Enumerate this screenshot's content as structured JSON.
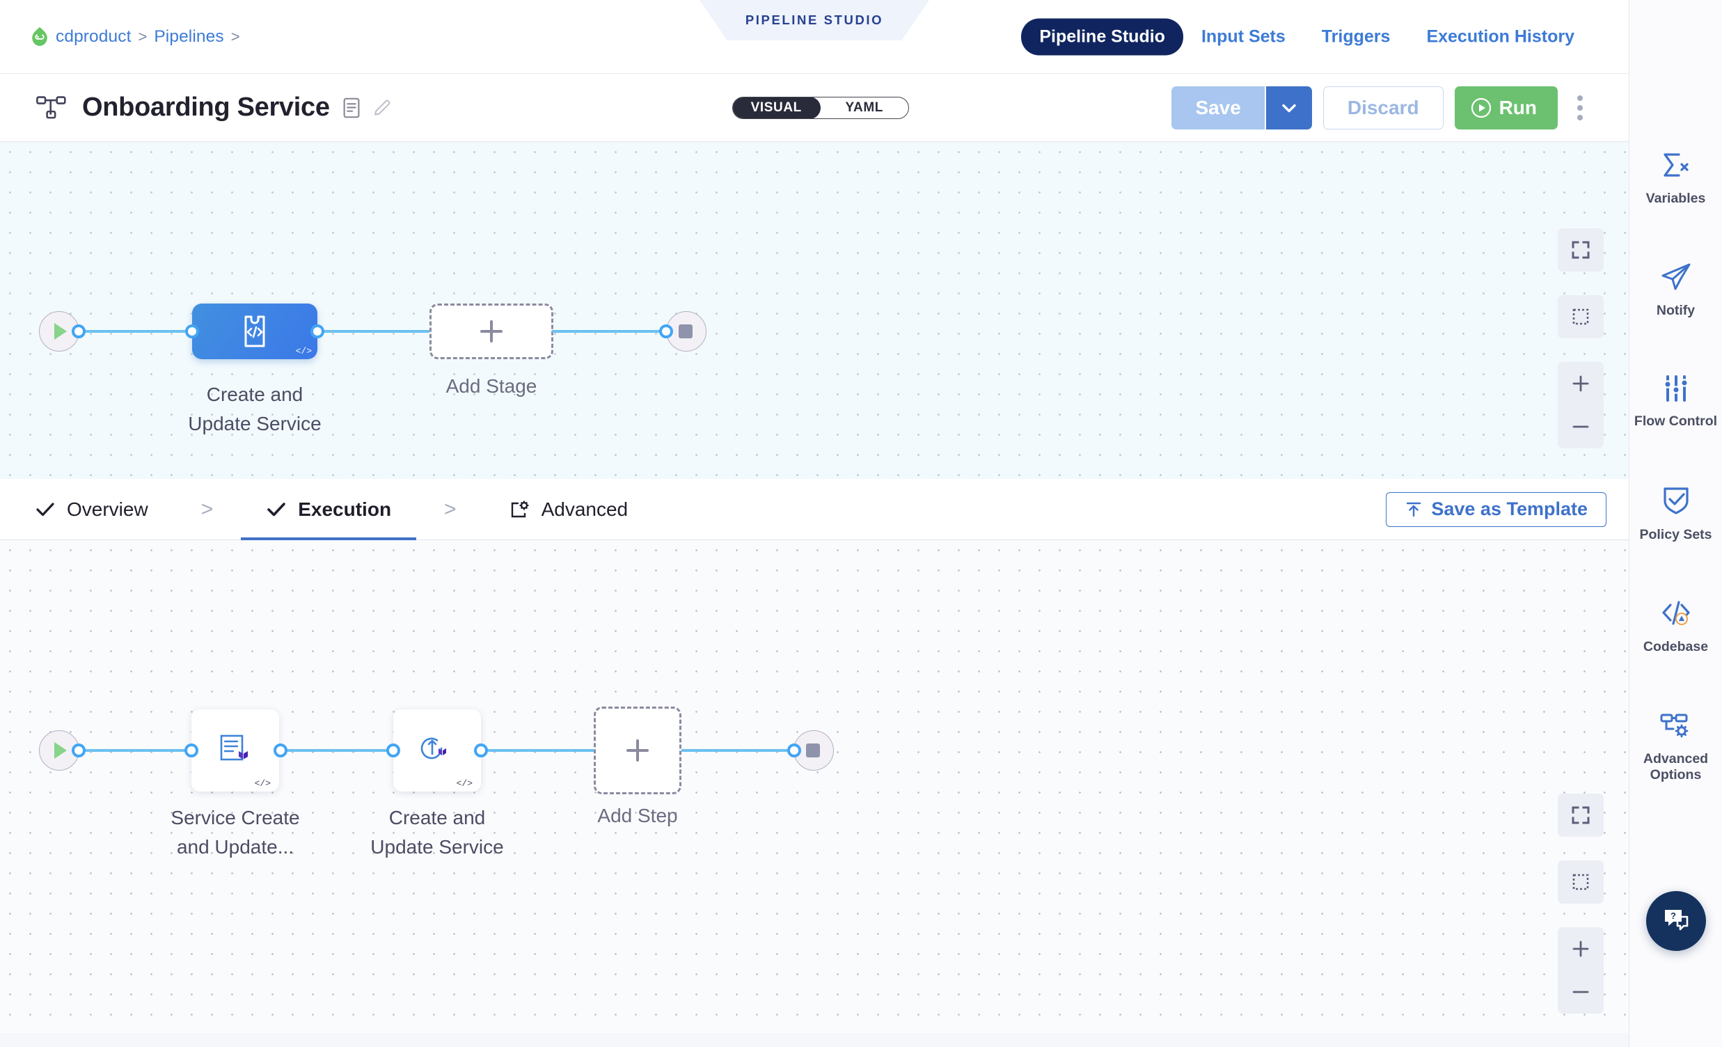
{
  "header": {
    "breadcrumb": {
      "project": "cdproduct",
      "section": "Pipelines",
      "separator": ">"
    },
    "studio_tag": "PIPELINE STUDIO",
    "nav": [
      {
        "label": "Pipeline Studio",
        "active": true
      },
      {
        "label": "Input Sets",
        "active": false
      },
      {
        "label": "Triggers",
        "active": false
      },
      {
        "label": "Execution History",
        "active": false
      }
    ],
    "accent_active_bg": "#10255f",
    "link_color": "#3d7bd6"
  },
  "titlebar": {
    "title": "Onboarding Service",
    "icons": [
      "pipeline-icon",
      "description-icon",
      "edit-pencil-icon"
    ],
    "mode_toggle": {
      "options": [
        "VISUAL",
        "YAML"
      ],
      "selected": "VISUAL"
    },
    "buttons": {
      "save": "Save",
      "save_caret": "chevron-down-icon",
      "discard": "Discard",
      "run": "Run",
      "more": "kebab-menu-icon"
    },
    "colors": {
      "save_bg": "#a8c6ef",
      "save_caret_bg": "#3e72ca",
      "run_bg": "#6bc16f",
      "discard_text": "#9bb8e2"
    }
  },
  "stage_canvas": {
    "start_node": "start-play-icon",
    "stage": {
      "label_line1": "Create and",
      "label_line2": "Update Service",
      "badge": "</>",
      "icon": "deployment-code-icon"
    },
    "add_stage": {
      "label": "Add Stage",
      "icon": "plus-icon"
    },
    "end_node": "stop-square-icon",
    "controls": [
      "fit-screen-icon",
      "selection-box-icon",
      "zoom-in-icon",
      "zoom-out-icon"
    ]
  },
  "tabstrip": {
    "tabs": [
      {
        "label": "Overview",
        "icon": "check-icon",
        "active": false
      },
      {
        "label": "Execution",
        "icon": "check-icon",
        "active": true
      },
      {
        "label": "Advanced",
        "icon": "advanced-gear-box-icon",
        "active": false
      }
    ],
    "separator": ">",
    "save_as_template": {
      "label": "Save as Template",
      "icon": "upload-arrow-icon"
    }
  },
  "exec_canvas": {
    "start_node": "start-play-icon",
    "steps": [
      {
        "label_line1": "Service Create",
        "label_line2": "and Update...",
        "badge": "</>",
        "icon": "terraform-plan-icon"
      },
      {
        "label_line1": "Create and",
        "label_line2": "Update Service",
        "badge": "</>",
        "icon": "terraform-apply-icon"
      }
    ],
    "add_step": {
      "label": "Add Step",
      "icon": "plus-icon"
    },
    "end_node": "stop-square-icon",
    "controls": [
      "fit-screen-icon",
      "selection-box-icon",
      "zoom-in-icon",
      "zoom-out-icon"
    ]
  },
  "right_rail": {
    "items": [
      {
        "label": "Variables",
        "icon": "sigma-variables-icon"
      },
      {
        "label": "Notify",
        "icon": "paper-plane-icon"
      },
      {
        "label": "Flow Control",
        "icon": "sliders-icon"
      },
      {
        "label": "Policy Sets",
        "icon": "shield-check-icon"
      },
      {
        "label": "Codebase",
        "icon": "code-warning-icon"
      },
      {
        "label": "Advanced Options",
        "icon": "nodes-gear-icon"
      }
    ],
    "help": {
      "icon": "help-chat-icon"
    },
    "icon_color": "#3e72ca"
  }
}
